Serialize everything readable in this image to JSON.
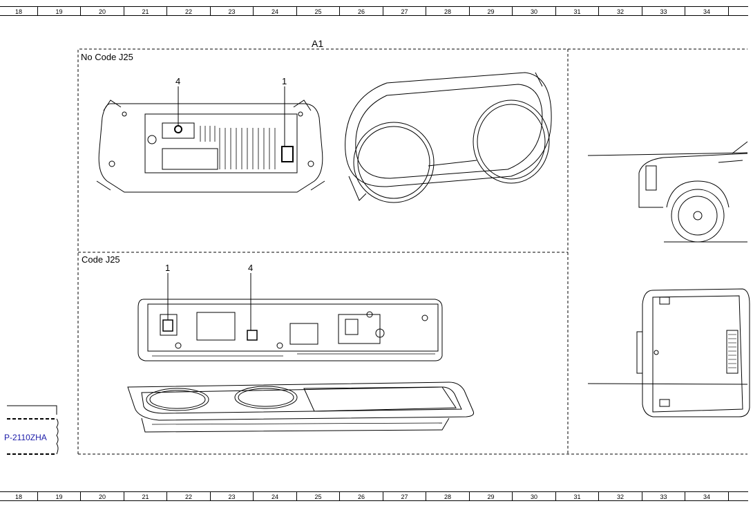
{
  "ruler": {
    "numbers": [
      "18",
      "19",
      "20",
      "21",
      "22",
      "23",
      "24",
      "25",
      "26",
      "27",
      "28",
      "29",
      "30",
      "31",
      "32",
      "33",
      "34"
    ]
  },
  "component_label": "A1",
  "panels": {
    "upper_title": "No  Code J25",
    "lower_title": "Code J25"
  },
  "callouts": {
    "upper_left": "4",
    "upper_right": "1",
    "lower_left": "1",
    "lower_right": "4"
  },
  "reference_link": "P-2110ZHA",
  "colors": {
    "line": "#000000",
    "link": "#1a1aa8"
  }
}
